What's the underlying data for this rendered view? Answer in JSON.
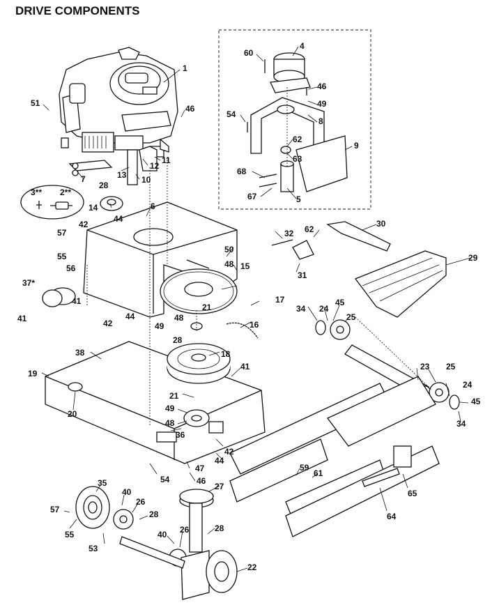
{
  "title": "DRIVE COMPONENTS",
  "callouts": {
    "c1": "1",
    "c4": "4",
    "c60": "60",
    "c46a": "46",
    "c49a": "49",
    "c54a": "54",
    "c8": "8",
    "c62a": "62",
    "c63": "63",
    "c9": "9",
    "c68": "68",
    "c67": "67",
    "c5": "5",
    "c51": "51",
    "c46b": "46",
    "c12": "12",
    "c11": "11",
    "c13": "13",
    "c10": "10",
    "c7": "7",
    "c3": "3**",
    "c2": "2**",
    "c28a": "28",
    "c14": "14",
    "c6": "6",
    "c42a": "42",
    "c44a": "44",
    "c57a": "57",
    "c55a": "55",
    "c56": "56",
    "c37": "37*",
    "c41a": "41",
    "c41b": "41",
    "c42b": "42",
    "c44b": "44",
    "c49b": "49",
    "c48a": "48",
    "c50": "50",
    "c48b": "48",
    "c15": "15",
    "c32": "32",
    "c62b": "62",
    "c30": "30",
    "c31": "31",
    "c29": "29",
    "c17": "17",
    "c16": "16",
    "c21a": "21",
    "c28b": "28",
    "c34a": "34",
    "c24a": "24",
    "c45a": "45",
    "c25a": "25",
    "c38": "38",
    "c18": "18",
    "c41c": "41",
    "c19": "19",
    "c20": "20",
    "c21b": "21",
    "c23": "23",
    "c25b": "25",
    "c24b": "24",
    "c45b": "45",
    "c34b": "34",
    "c49c": "49",
    "c48c": "48",
    "c36": "36",
    "c42c": "42",
    "c44c": "44",
    "c47": "47",
    "c46c": "46",
    "c54b": "54",
    "c59": "59",
    "c61": "61",
    "c64": "64",
    "c65": "65",
    "c35": "35",
    "c40a": "40",
    "c26a": "26",
    "c28c": "28",
    "c57b": "57",
    "c55b": "55",
    "c53": "53",
    "c27": "27",
    "c40b": "40",
    "c26b": "26",
    "c28d": "28",
    "c22": "22"
  }
}
